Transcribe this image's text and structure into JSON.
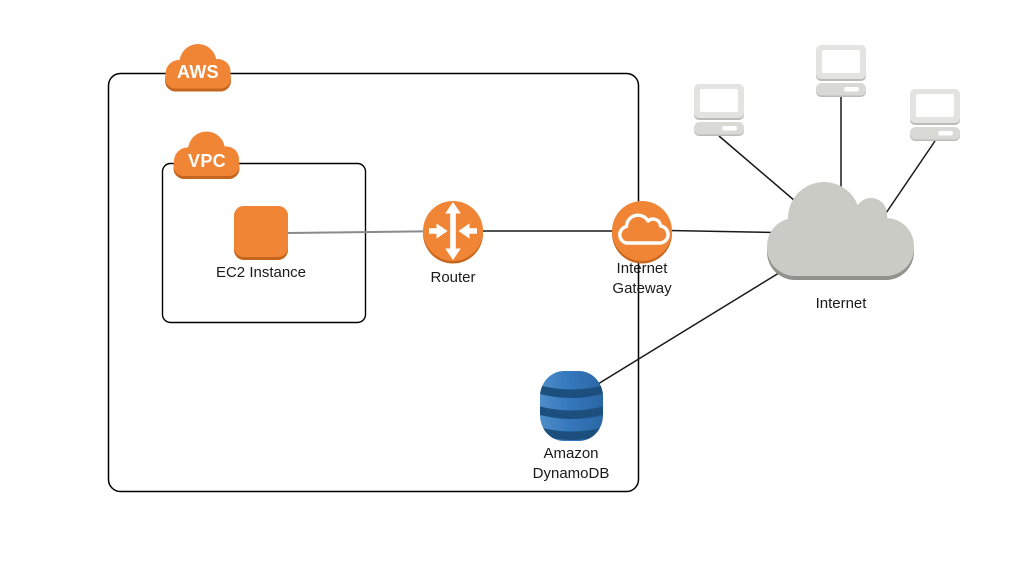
{
  "diagram": {
    "type": "aws-network-architecture",
    "boundaries": {
      "aws": {
        "label": "AWS"
      },
      "vpc": {
        "label": "VPC"
      }
    },
    "nodes": {
      "ec2": {
        "label": "EC2 Instance"
      },
      "router": {
        "label": "Router"
      },
      "internet_gateway": {
        "label": "Internet\nGateway"
      },
      "dynamodb": {
        "label": "Amazon\nDynamoDB"
      },
      "internet": {
        "label": "Internet"
      }
    },
    "edges": [
      "ec2 - router",
      "router - internet-gateway",
      "internet-gateway - internet-cloud",
      "dynamodb - internet-cloud",
      "laptop-left - internet-cloud",
      "laptop-top - internet-cloud",
      "laptop-right - internet-cloud"
    ],
    "icons": [
      "aws-cloud-badge-icon",
      "vpc-cloud-badge-icon",
      "ec2-instance-icon",
      "router-icon",
      "internet-gateway-icon",
      "dynamodb-icon",
      "internet-cloud-icon",
      "laptop-icon-left",
      "laptop-icon-top",
      "laptop-icon-right"
    ],
    "colors": {
      "aws_orange": "#F08536",
      "aws_orange_shadow": "#C5661E",
      "cloud_gray": "#CBCBC5",
      "cloud_gray_shadow": "#92928C",
      "laptop_gray": "#D9D9D6",
      "laptop_gray_shadow": "#BBBBB7",
      "dynamodb_blue_light": "#4D8DC9",
      "dynamodb_blue": "#3578BC",
      "dynamodb_blue_dark": "#2A66A5",
      "dynamodb_band": "#1C4F7E",
      "boundary_line": "#000000",
      "edge_line": "#1a1a1a",
      "edge_line_gray": "#8A8A8A",
      "label_text": "#1a1a1a",
      "badge_text": "#ffffff"
    }
  }
}
